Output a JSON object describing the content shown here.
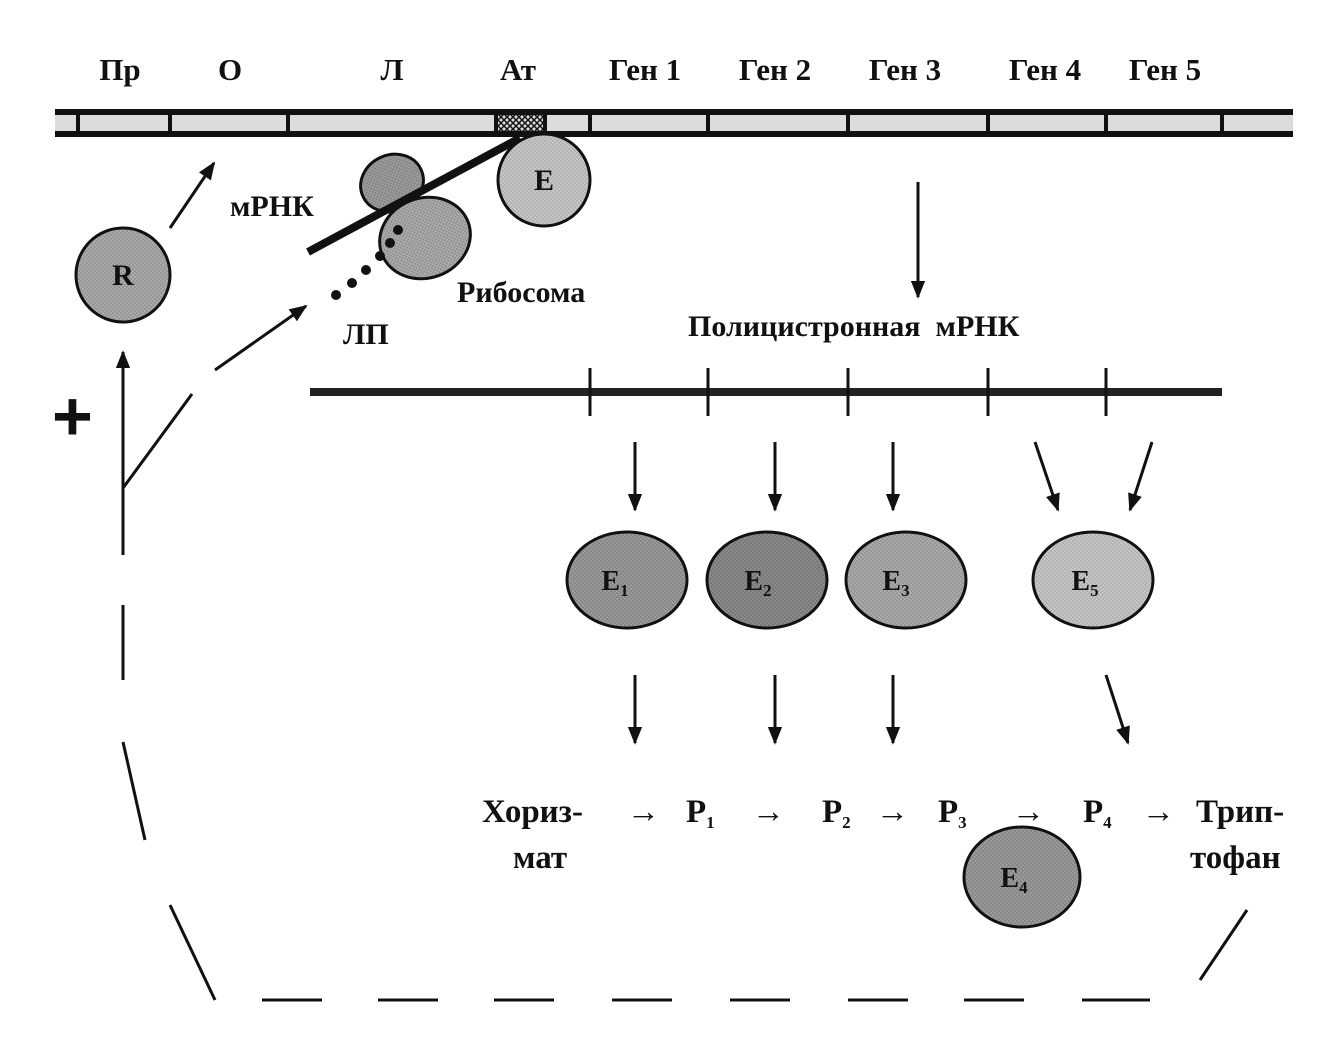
{
  "genes": [
    "Пр",
    "О",
    "Л",
    "Ат",
    "Ген 1",
    "Ген 2",
    "Ген 3",
    "Ген 4",
    "Ген 5"
  ],
  "labels": {
    "mrna": "мРНК",
    "ribosome": "Рибосома",
    "leader_peptide": "ЛП",
    "polycistronic": "Полицистронная  мРНК",
    "plus": "+"
  },
  "proteins": {
    "repressor": "R",
    "enzyme": "E",
    "e1": {
      "base": "E",
      "sub": "1"
    },
    "e2": {
      "base": "E",
      "sub": "2"
    },
    "e3": {
      "base": "E",
      "sub": "3"
    },
    "e4": {
      "base": "E",
      "sub": "4"
    },
    "e5": {
      "base": "E",
      "sub": "5"
    }
  },
  "pathway": {
    "chorismate_line1": "Хориз-",
    "chorismate_line2": "мат",
    "arrow": "→",
    "p1": {
      "base": "P",
      "sub": "1"
    },
    "p2": {
      "base": "P",
      "sub": "2"
    },
    "p3": {
      "base": "P",
      "sub": "3"
    },
    "p4": {
      "base": "P",
      "sub": "4"
    },
    "tryptophan_line1": "Трип-",
    "tryptophan_line2": "тофан"
  },
  "colors": {
    "ink": "#111111",
    "dna_fill": "#dcdcdc",
    "enzyme_dark": "#8a8a8a",
    "enzyme_medium": "#a9a9a9",
    "enzyme_light": "#c4c4c4"
  }
}
